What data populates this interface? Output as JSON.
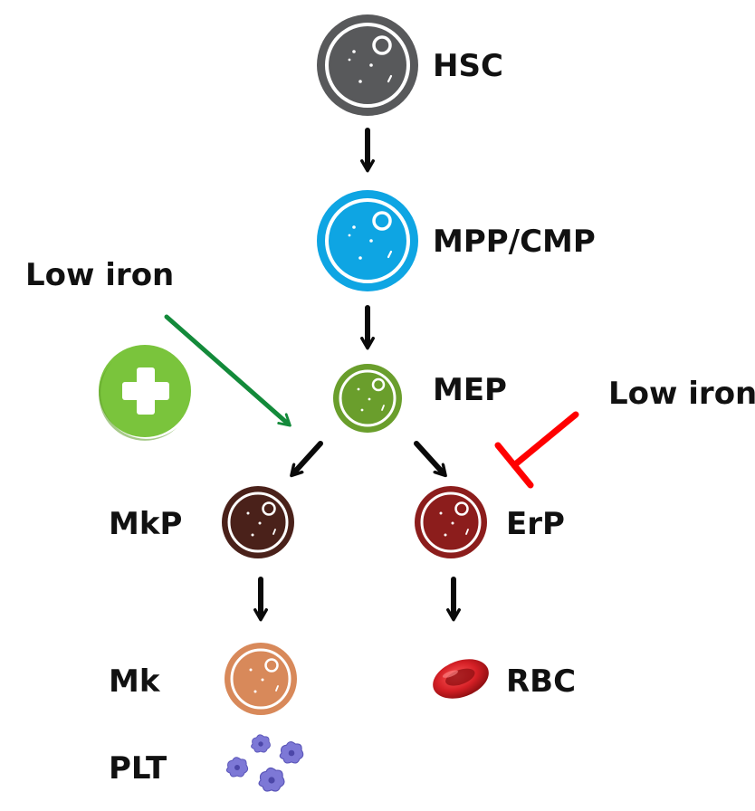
{
  "nodes": {
    "hsc": {
      "label": "HSC",
      "color": "#58595b"
    },
    "mpp": {
      "label": "MPP/CMP",
      "color": "#0ea5e3"
    },
    "mep": {
      "label": "MEP",
      "color": "#6a9e2c"
    },
    "mkp": {
      "label": "MkP",
      "color": "#4a211a"
    },
    "erp": {
      "label": "ErP",
      "color": "#8c1d1c"
    },
    "mk": {
      "label": "Mk",
      "color": "#d8895a"
    },
    "rbc": {
      "label": "RBC",
      "color": "#c4161c"
    },
    "plt": {
      "label": "PLT",
      "color": "#7d78d6"
    }
  },
  "modulators": {
    "left": {
      "label": "Low iron",
      "effect": "promotes",
      "color": "#138a3a",
      "icon": "plus-icon",
      "icon_color": "#7ac43c"
    },
    "right": {
      "label": "Low iron",
      "effect": "inhibits",
      "color": "#ff0000"
    }
  },
  "arrow_color": "#0a0a0a"
}
